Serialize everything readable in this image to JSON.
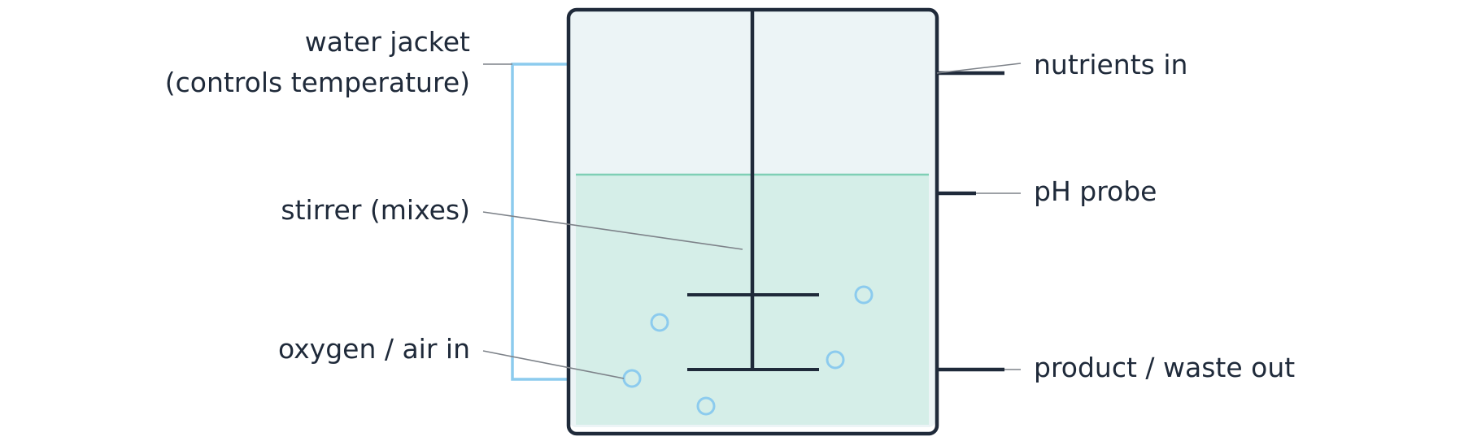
{
  "diagram": {
    "labels": {
      "water_jacket_line1": "water jacket",
      "water_jacket_line2": "(controls temperature)",
      "stirrer": "stirrer (mixes)",
      "oxygen": "oxygen / air in",
      "nutrients": "nutrients in",
      "ph_probe": "pH probe",
      "product": "product / waste out"
    },
    "icons": [
      "stirrer-icon",
      "bubble-icon",
      "water-jacket-icon",
      "probe-icon"
    ],
    "colors": {
      "outline": "#1f2a3a",
      "headspace": "#ecf4f6",
      "culture": "#d5eee8",
      "liquid_surface": "#7fcfb5",
      "water_jacket": "#8ccbee",
      "bubbles": "#8ccbee",
      "leader_lines": "#7d8289"
    }
  }
}
